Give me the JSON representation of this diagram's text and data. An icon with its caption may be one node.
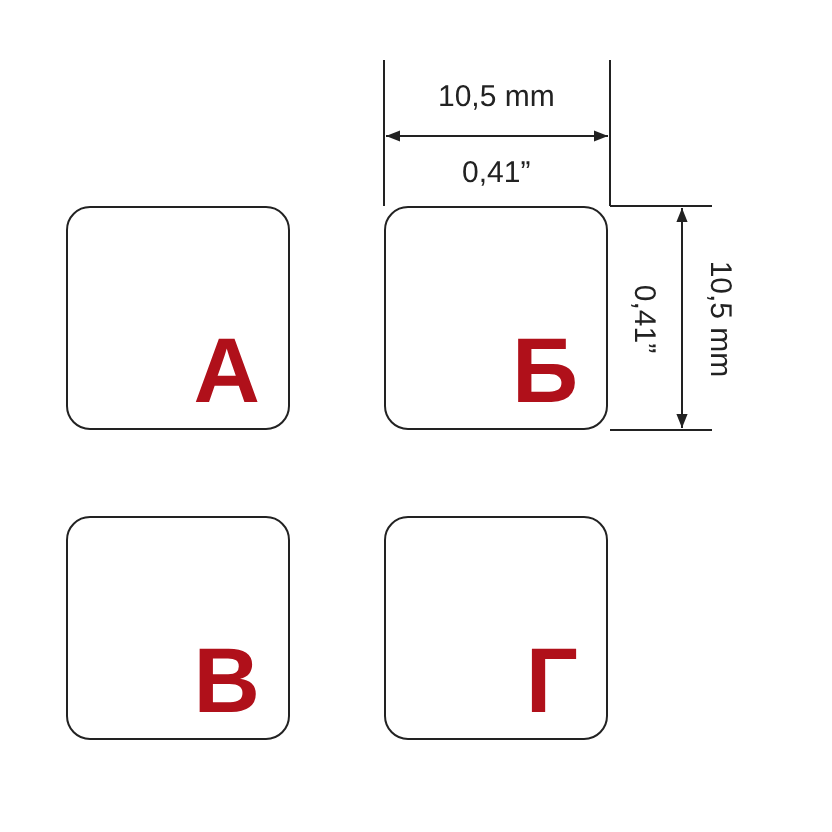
{
  "diagram": {
    "nodes": [
      {
        "text": [
          "А"
        ]
      },
      {
        "text": [
          "Б"
        ]
      },
      {
        "text": [
          "В"
        ]
      },
      {
        "text": [
          "Г"
        ]
      }
    ],
    "labels": [
      "10,5 mm",
      "0,41”",
      "0,41”",
      "10,5 mm"
    ]
  }
}
